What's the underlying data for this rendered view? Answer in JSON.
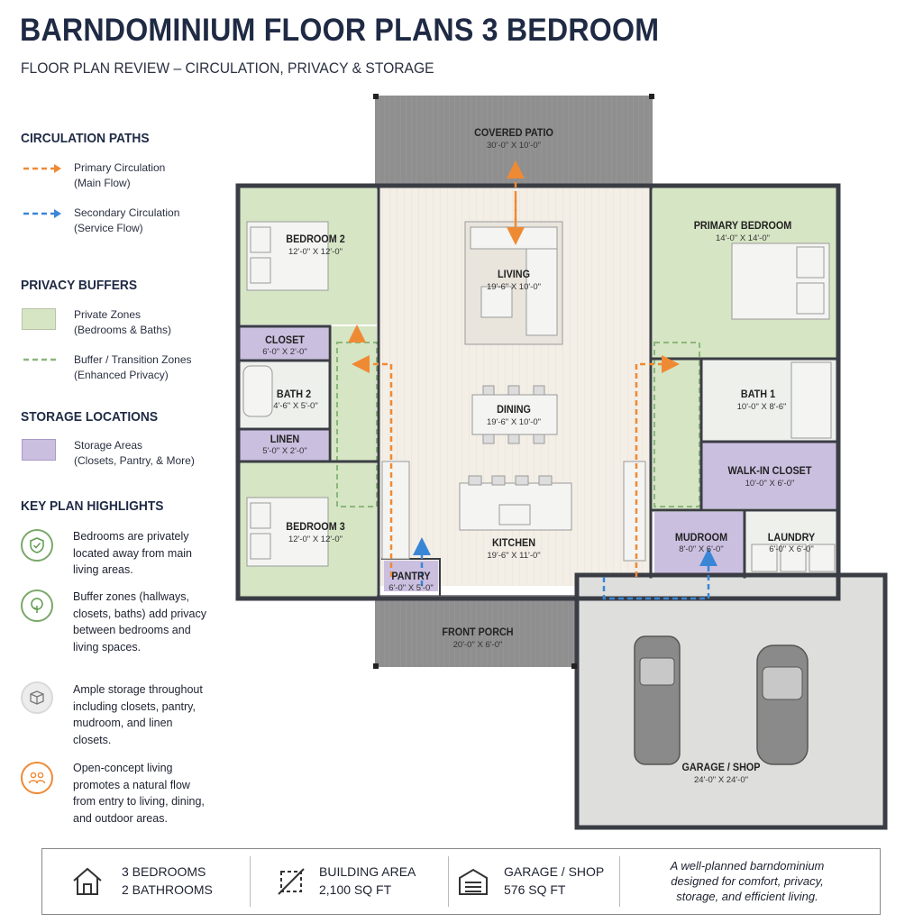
{
  "title": "BARNDOMINIUM FLOOR PLANS 3 BEDROOM",
  "subtitle": "FLOOR PLAN REVIEW – CIRCULATION, PRIVACY & STORAGE",
  "legend": {
    "circulation": {
      "heading": "CIRCULATION PATHS",
      "primary": [
        "Primary Circulation",
        "(Main Flow)"
      ],
      "secondary": [
        "Secondary Circulation",
        "(Service Flow)"
      ]
    },
    "privacy": {
      "heading": "PRIVACY BUFFERS",
      "private": [
        "Private Zones",
        "(Bedrooms & Baths)"
      ],
      "buffer": [
        "Buffer / Transition Zones",
        "(Enhanced Privacy)"
      ]
    },
    "storage": {
      "heading": "STORAGE LOCATIONS",
      "areas": [
        "Storage Areas",
        "(Closets, Pantry, & More)"
      ]
    },
    "highlights": {
      "heading": "KEY PLAN HIGHLIGHTS",
      "items": [
        {
          "icon": "shield-check-icon",
          "text": "Bedrooms are privately located away from main living areas."
        },
        {
          "icon": "tree-icon",
          "text": "Buffer zones (hallways, closets, baths) add privacy between bedrooms and living spaces."
        },
        {
          "icon": "box-icon",
          "text": "Ample storage throughout including closets, pantry, mudroom, and linen closets."
        },
        {
          "icon": "people-icon",
          "text": "Open-concept living promotes a natural flow from entry to living, dining, and outdoor areas."
        }
      ]
    }
  },
  "rooms": {
    "covered_patio": {
      "name": "COVERED PATIO",
      "dim": "30'-0\" X 10'-0\""
    },
    "bedroom2": {
      "name": "BEDROOM 2",
      "dim": "12'-0\" X 12'-0\""
    },
    "closet": {
      "name": "CLOSET",
      "dim": "6'-0\" X 2'-0\""
    },
    "bath2": {
      "name": "BATH 2",
      "dim": "4'-6\" X 5'-0\""
    },
    "linen": {
      "name": "LINEN",
      "dim": "5'-0\" X 2'-0\""
    },
    "bedroom3": {
      "name": "BEDROOM 3",
      "dim": "12'-0\" X 12'-0\""
    },
    "pantry": {
      "name": "PANTRY",
      "dim": "6'-0\" X 5'-0\""
    },
    "living": {
      "name": "LIVING",
      "dim": "19'-6\" X 10'-0\""
    },
    "dining": {
      "name": "DINING",
      "dim": "19'-6\" X 10'-0\""
    },
    "kitchen": {
      "name": "KITCHEN",
      "dim": "19'-6\" X 11'-0\""
    },
    "front_porch": {
      "name": "FRONT PORCH",
      "dim": "20'-0\" X 6'-0\""
    },
    "primary_bedroom": {
      "name": "PRIMARY BEDROOM",
      "dim": "14'-0\" X 14'-0\""
    },
    "bath1": {
      "name": "BATH 1",
      "dim": "10'-0\" X 8'-6\""
    },
    "walkin_closet": {
      "name": "WALK-IN CLOSET",
      "dim": "10'-0\" X 6'-0\""
    },
    "mudroom": {
      "name": "MUDROOM",
      "dim": "8'-0\" X 6'-0\""
    },
    "laundry": {
      "name": "LAUNDRY",
      "dim": "6'-0\" X 6'-0\""
    },
    "garage": {
      "name": "GARAGE / SHOP",
      "dim": "24'-0\" X 24'-0\""
    }
  },
  "footer": {
    "bedrooms": [
      "3 BEDROOMS",
      "2 BATHROOMS"
    ],
    "area": [
      "BUILDING AREA",
      "2,100 SQ FT"
    ],
    "garage": [
      "GARAGE / SHOP",
      "576 SQ FT"
    ],
    "quote": "A well-planned barndominium designed for comfort, privacy, storage, and efficient living."
  },
  "colors": {
    "primary_circulation": "#ef8a34",
    "secondary_circulation": "#3a86d6",
    "private_zone": "#d6e5c4",
    "buffer_zone": "#8bb77b",
    "storage": "#cbbfe0",
    "wall": "#3a3d44",
    "patio": "#8f8f8f",
    "garage": "#dededd"
  }
}
